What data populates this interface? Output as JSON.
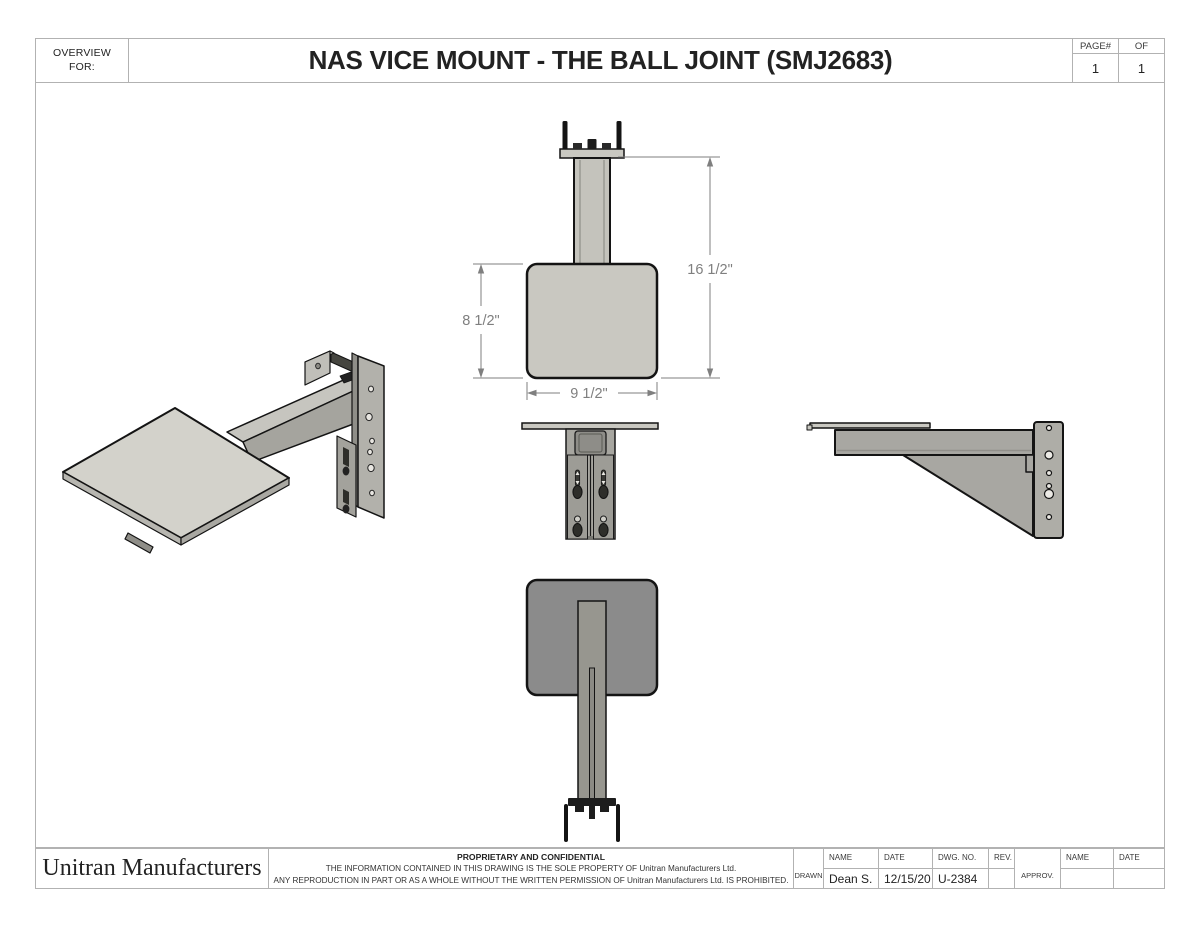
{
  "header": {
    "overview_line1": "OVERVIEW",
    "overview_line2": "FOR:",
    "title": "NAS VICE MOUNT - THE BALL JOINT (SMJ2683)",
    "page_label": "PAGE#",
    "of_label": "OF",
    "page_number": "1",
    "of_total": "1"
  },
  "drawing": {
    "dimensions": {
      "overall_height": "16 1/2\"",
      "plate_height": "8 1/2\"",
      "plate_width": "9 1/2\""
    },
    "views": [
      "isometric",
      "front",
      "bracket-front",
      "side",
      "bottom"
    ]
  },
  "title_block": {
    "company": "Unitran Manufacturers",
    "proprietary_heading": "PROPRIETARY AND CONFIDENTIAL",
    "proprietary_line1": "THE INFORMATION CONTAINED IN THIS DRAWING IS THE SOLE PROPERTY OF Unitran Manufacturers Ltd.",
    "proprietary_line2": "ANY REPRODUCTION IN PART OR AS A WHOLE WITHOUT THE WRITTEN PERMISSION OF Unitran Manufacturers Ltd. IS PROHIBITED.",
    "drawn_label": "DRAWN",
    "approv_label": "APPROV.",
    "name_label": "NAME",
    "date_label": "DATE",
    "dwg_label": "DWG. NO.",
    "rev_label": "REV.",
    "approv_name_label": "NAME",
    "approv_date_label": "DATE",
    "drawn_name": "Dean S.",
    "drawn_date": "12/15/20",
    "dwg_no": "U-2384",
    "rev_value": ""
  },
  "colors": {
    "part_light": "#cbcac3",
    "part_medium": "#a8a7a2",
    "part_dark": "#8b8b8b",
    "outline": "#141414",
    "dimension_gray": "#7f7f7f",
    "border_gray": "#b2b2b2"
  }
}
